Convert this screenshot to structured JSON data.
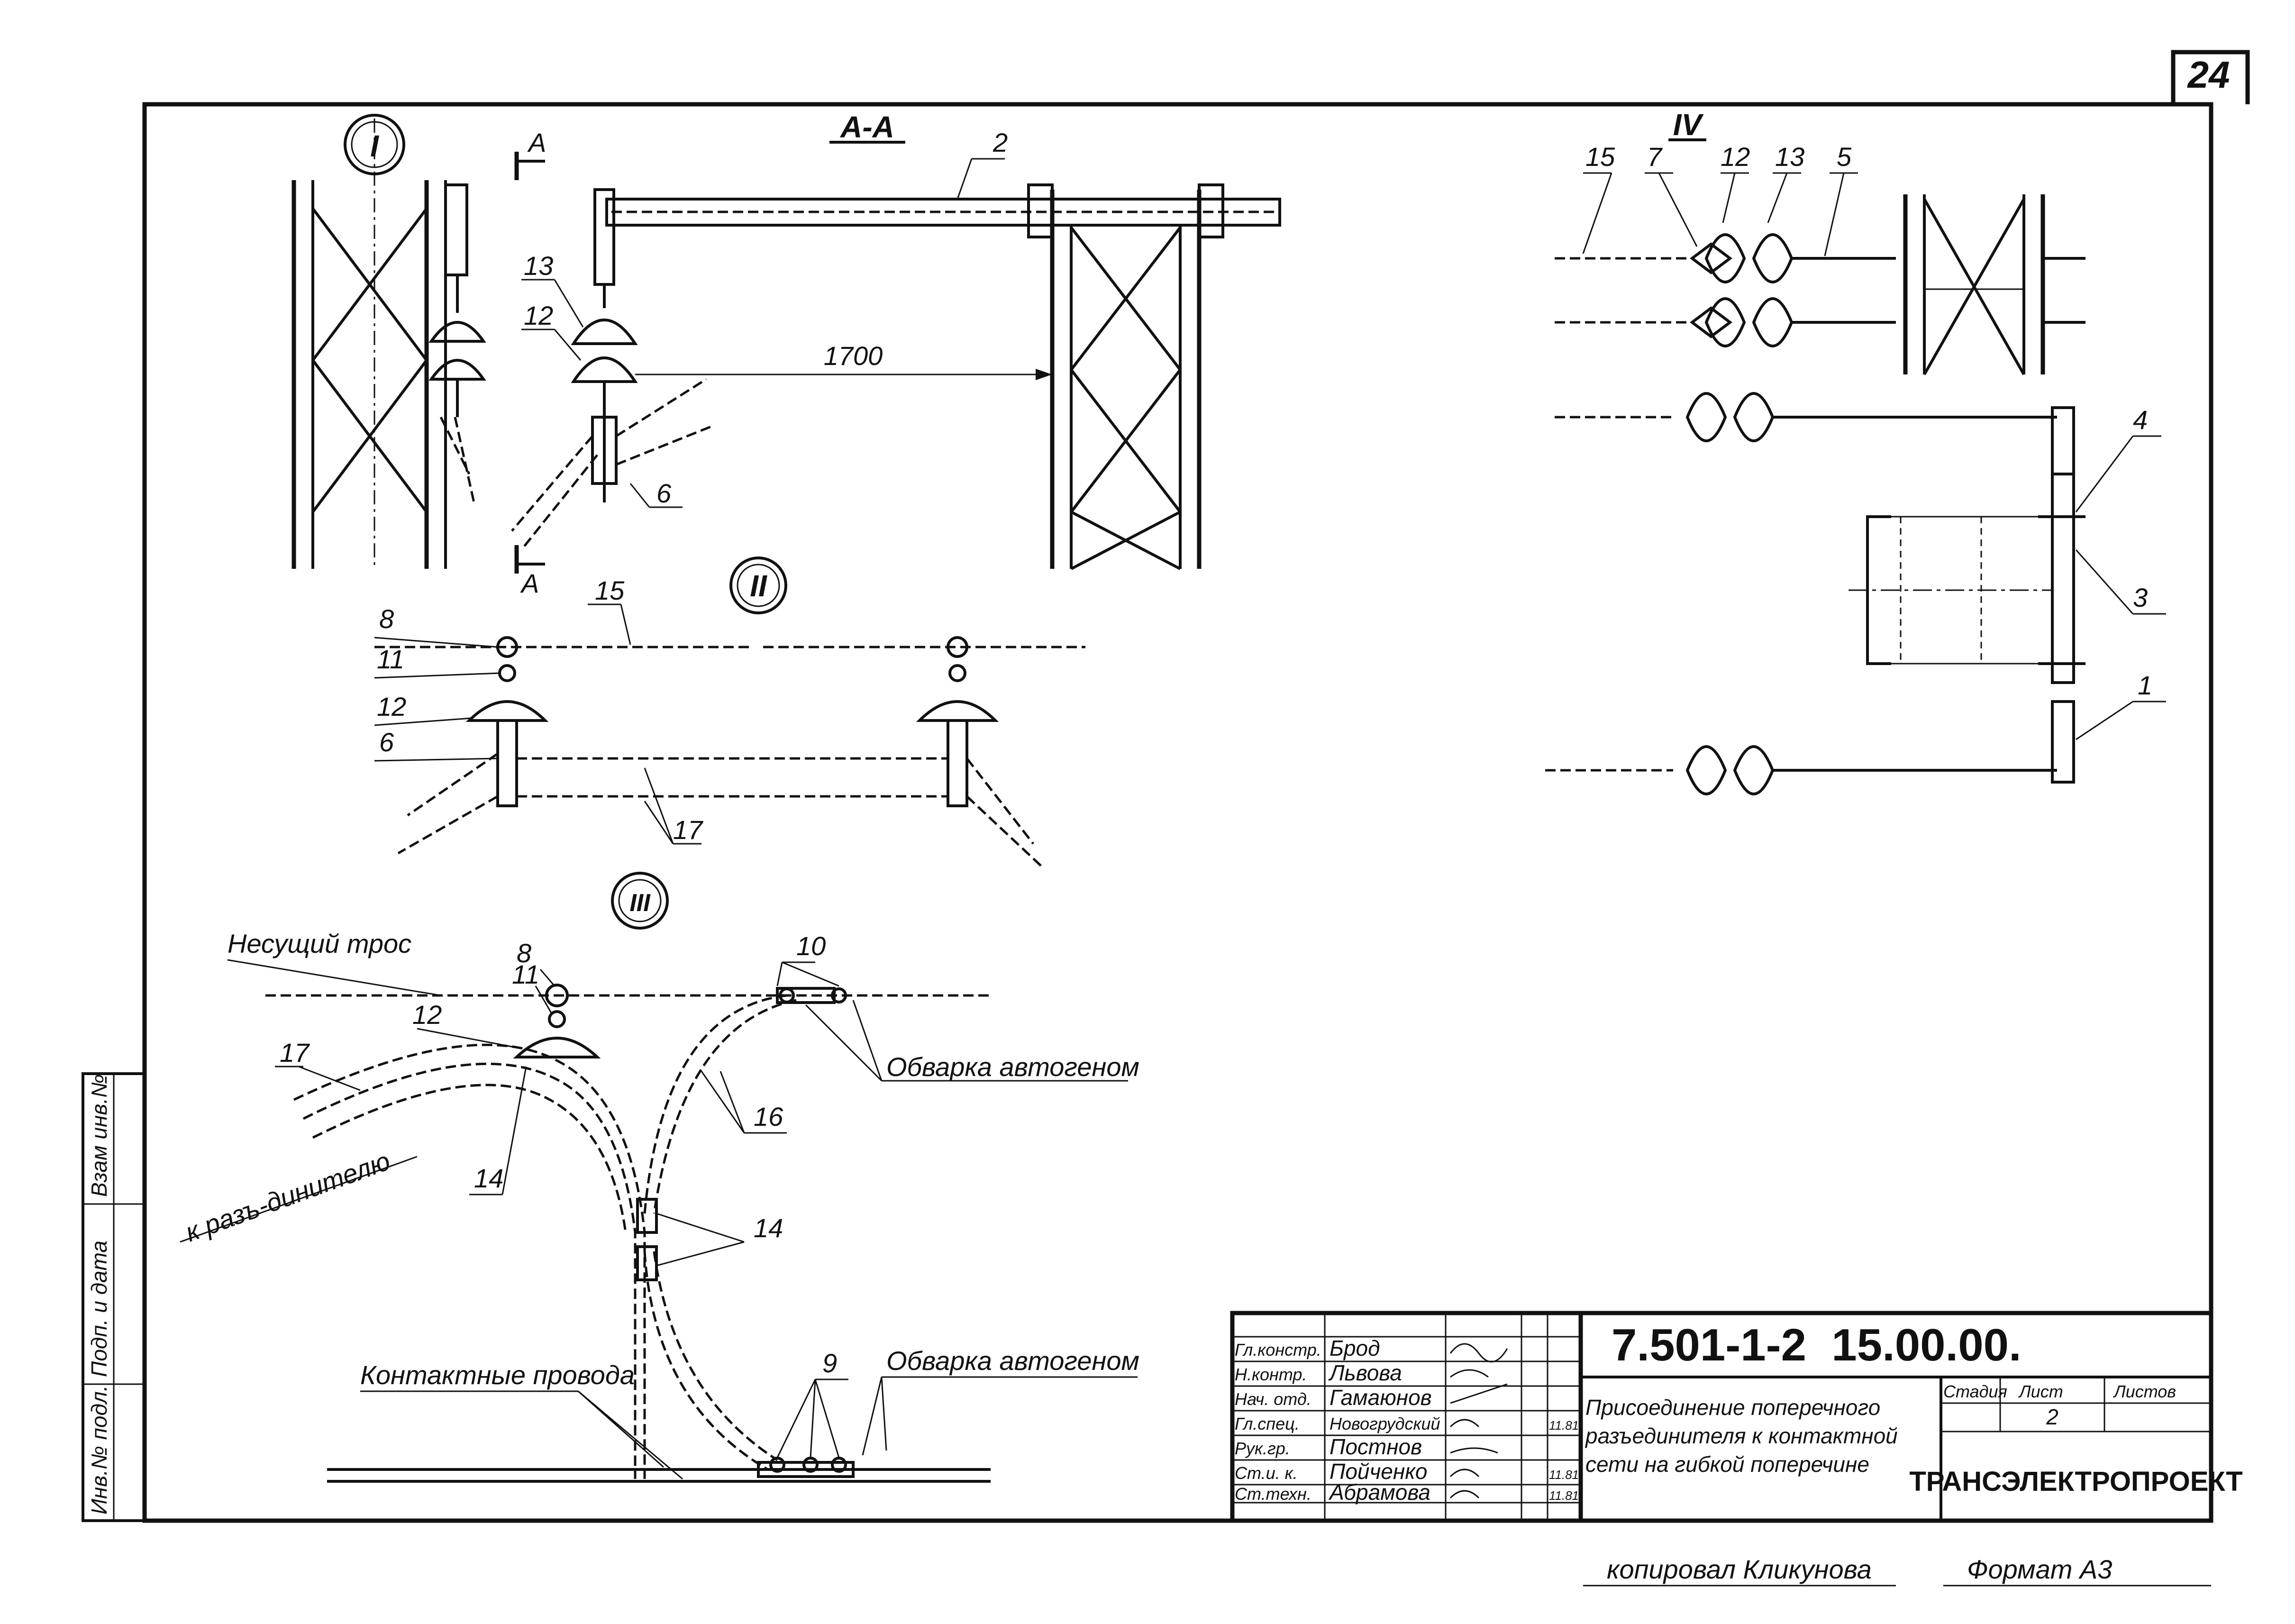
{
  "sheet_no": "24",
  "views": {
    "v1": "I",
    "v2": "II",
    "v3": "III",
    "v4": "IV",
    "section": "A-A",
    "sec_mark": "A"
  },
  "dimension": "1700",
  "callouts": {
    "n1": "1",
    "n2": "2",
    "n3": "3",
    "n4": "4",
    "n5": "5",
    "n6": "6",
    "n7": "7",
    "n8": "8",
    "n9": "9",
    "n10": "10",
    "n11": "11",
    "n12": "12",
    "n13": "13",
    "n14": "14",
    "n15": "15",
    "n16": "16",
    "n17": "17"
  },
  "labels": {
    "carrier": "Несущий трос",
    "welding": "Обварка автогеном",
    "to_disconnector": "к разъ-динителю",
    "contact_wires": "Контактные провода"
  },
  "side_stamp": {
    "inv_no": "Инв.№ подл.",
    "sign_date": "Подп. и дата",
    "replaces": "Взам инв.№"
  },
  "title_block": {
    "code": "7.501-1-2  15.00.00.",
    "title_l1": "Присоединение поперечного",
    "title_l2": "разъединителя к контактной",
    "title_l3": "сети на гибкой поперечине",
    "stage_h": "Стадия",
    "sheet_h": "Лист",
    "sheets_h": "Листов",
    "sheet_val": "2",
    "org": "ТРАНСЭЛЕКТРОПРОЕКТ",
    "staff": [
      {
        "role": "Гл.констр.",
        "name": "Брод",
        "date": ""
      },
      {
        "role": "Н.контр.",
        "name": "Львова",
        "date": ""
      },
      {
        "role": "Нач. отд.",
        "name": "Гамаюнов",
        "date": ""
      },
      {
        "role": "Гл.спец.",
        "name": "Новогрудский",
        "date": "11.81"
      },
      {
        "role": "Рук.гр.",
        "name": "Постнов",
        "date": ""
      },
      {
        "role": "Ст.и. к.",
        "name": "Пойченко",
        "date": "11.81"
      },
      {
        "role": "Ст.техн.",
        "name": "Абрамова",
        "date": "11.81"
      }
    ]
  },
  "footer": {
    "copied": "копировал Кликунова",
    "format": "Формат А3"
  }
}
